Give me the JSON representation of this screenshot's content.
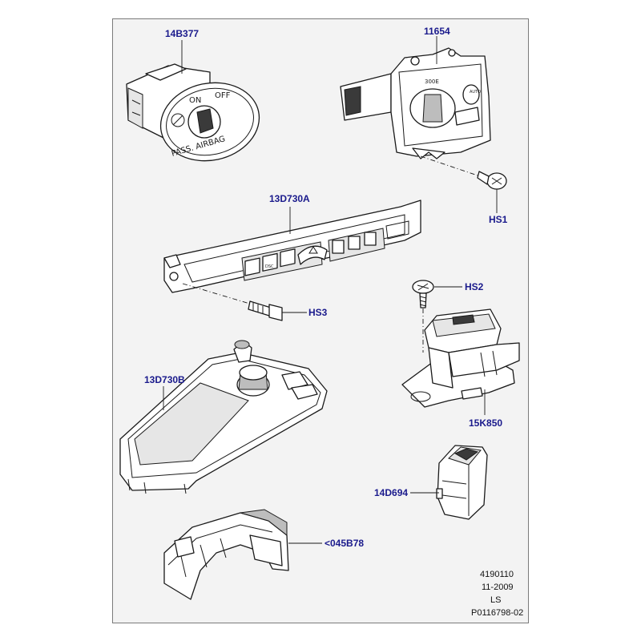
{
  "callouts": {
    "c14B377": "14B377",
    "c11654": "11654",
    "c13D730A": "13D730A",
    "cHS1": "HS1",
    "cHS2": "HS2",
    "cHS3": "HS3",
    "c13D730B": "13D730B",
    "c15K850": "15K850",
    "c14D694": "14D694",
    "c045B78": "<045B78"
  },
  "part_labels": {
    "on": "ON",
    "off": "OFF",
    "pass_airbag": "PASS. AIRBAG",
    "auto": "AUTO",
    "dsc": "DSC"
  },
  "footer": {
    "line1": "4190110",
    "line2": "11-2009",
    "line3": "LS",
    "line4": "P0116798-02"
  }
}
